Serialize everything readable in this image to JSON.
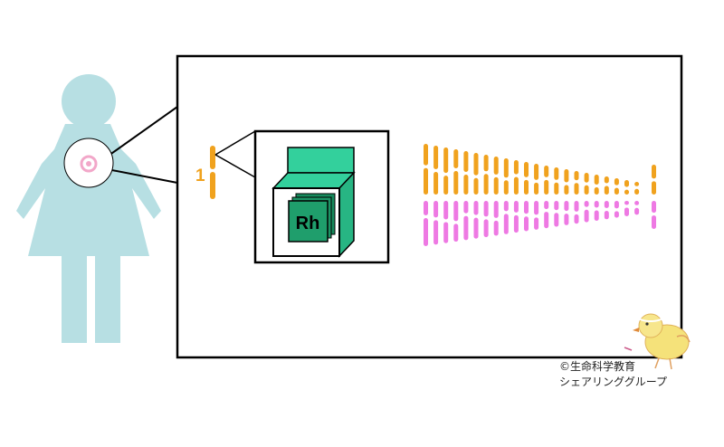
{
  "chromosome": {
    "label": "1"
  },
  "gene_box": {
    "label": "Rh"
  },
  "credit": {
    "line1": "©生命科学教育",
    "line2": "シェアリンググループ"
  },
  "icons": {
    "figure": "woman-silhouette-icon",
    "mascot": "chick-mascot-icon"
  },
  "colors": {
    "figure": "#b7dfe3",
    "ovary_circle": "#ffffff",
    "ovary_ring": "#f2a7c9",
    "frame": "#000000",
    "orange_chromosomes": "#f0a21e",
    "pink_chromosomes": "#ee79e3",
    "gene_box_front": "#1f9e6c",
    "gene_box_top": "#33d09c",
    "gene_box_side": "#27b583"
  }
}
